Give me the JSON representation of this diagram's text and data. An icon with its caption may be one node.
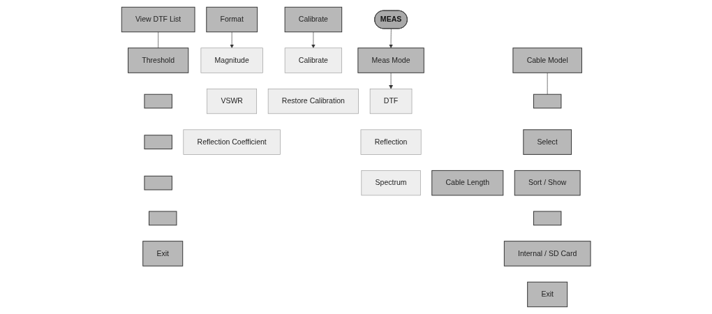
{
  "diagram": {
    "nodes": [
      {
        "text": [
          "MEAS"
        ]
      },
      {
        "text": [
          "Meas Mode"
        ]
      },
      {
        "text": [
          "Calibrate"
        ]
      },
      {
        "text": [
          "Format"
        ]
      },
      {
        "text": [
          "Cable Model"
        ]
      },
      {
        "text": [
          "Cable Length"
        ]
      },
      {
        "text": [
          "View DTF List"
        ]
      },
      {
        "text": [
          "DTF"
        ]
      },
      {
        "text": [
          "Reflection"
        ]
      },
      {
        "text": [
          "Spectrum"
        ]
      },
      {
        "text": [
          "Magnitude"
        ]
      },
      {
        "text": [
          "VSWR"
        ]
      },
      {
        "text": [
          "Reflection Coefficient"
        ]
      },
      {
        "text": [
          "Calibrate"
        ]
      },
      {
        "text": [
          "Restore Calibration"
        ]
      },
      {
        "text": [
          "Threshold"
        ]
      },
      {
        "text": [],
        "shape": "box"
      },
      {
        "text": [],
        "shape": "box"
      },
      {
        "text": [],
        "shape": "box"
      },
      {
        "text": [],
        "shape": "box"
      },
      {
        "text": [
          "Exit"
        ]
      },
      {
        "text": [],
        "shape": "box"
      },
      {
        "text": [
          "Select"
        ]
      },
      {
        "text": [
          "Sort / Show"
        ]
      },
      {
        "text": [],
        "shape": "box"
      },
      {
        "text": [
          "Internal / SD Card"
        ]
      },
      {
        "text": [
          "Exit"
        ]
      }
    ],
    "edges": [
      {
        "from": 0,
        "to": 1,
        "arrow": "to"
      },
      {
        "from": 1,
        "to": 7,
        "arrow": "to"
      },
      {
        "from": 3,
        "to": 10,
        "arrow": "to"
      },
      {
        "from": 2,
        "to": 13,
        "arrow": "to"
      },
      {
        "from": 4,
        "to": 21,
        "arrow": "none"
      },
      {
        "from": 6,
        "to": 15,
        "arrow": "none"
      }
    ]
  }
}
